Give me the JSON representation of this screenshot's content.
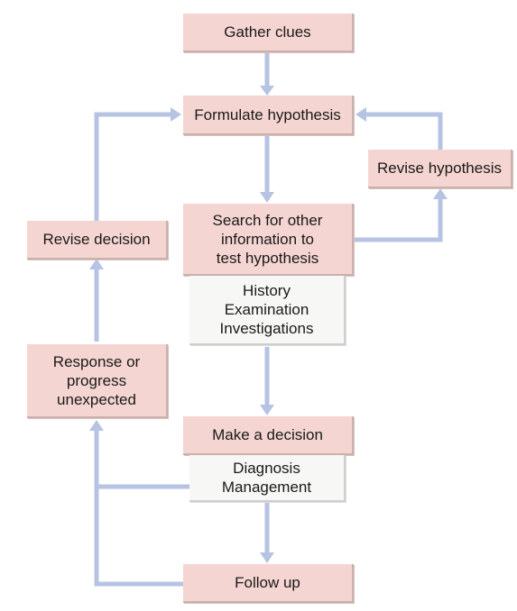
{
  "nodes": {
    "gather_clues": "Gather clues",
    "formulate_hypothesis": "Formulate hypothesis",
    "revise_hypothesis": "Revise hypothesis",
    "search_lines": [
      "Search for other",
      "information to",
      "test hypothesis"
    ],
    "sources_lines": [
      "History",
      "Examination",
      "Investigations"
    ],
    "revise_decision": "Revise decision",
    "response_lines": [
      "Response or",
      "progress",
      "unexpected"
    ],
    "make_decision": "Make a decision",
    "outcome_lines": [
      "Diagnosis",
      "Management"
    ],
    "follow_up": "Follow up"
  },
  "colors": {
    "box_fill": "#f5d5d1",
    "sub_box_fill": "#f7f7f5",
    "arrow": "#b7c3e3"
  }
}
